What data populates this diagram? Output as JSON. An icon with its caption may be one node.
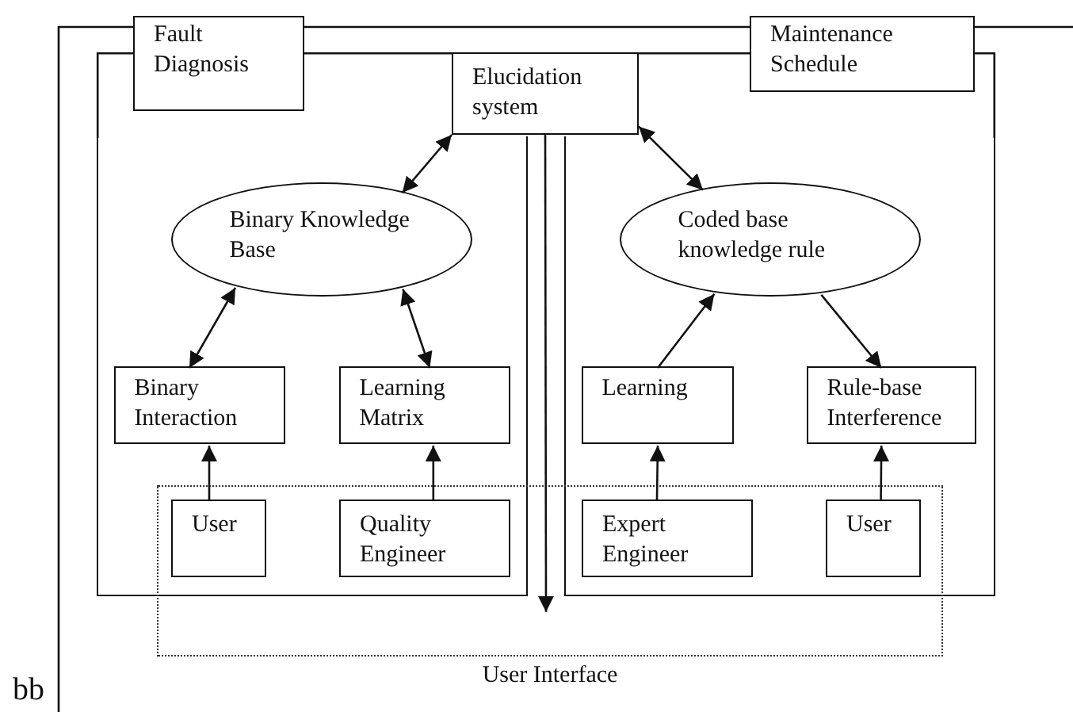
{
  "diagram": {
    "nodes": [
      {
        "text": [
          "Fault Diagnosis"
        ]
      },
      {
        "text": [
          "Elucidation system"
        ]
      },
      {
        "text": [
          "Maintenance Schedule"
        ]
      },
      {
        "text": [],
        "shape": "box"
      },
      {
        "text": [
          "Binary Knowledge Base"
        ],
        "in": 3
      },
      {
        "text": [
          "Binary Interaction"
        ],
        "in": 3
      },
      {
        "text": [
          "Learning Matrix"
        ],
        "in": 3
      },
      {
        "text": [],
        "shape": "box"
      },
      {
        "text": [
          "Coded base knowledge rule"
        ],
        "in": 7
      },
      {
        "text": [
          "Learning"
        ],
        "in": 7
      },
      {
        "text": [
          "Rule-base Interference"
        ],
        "in": 7
      },
      {
        "text": [
          "User Interface"
        ]
      },
      {
        "text": [
          "User"
        ]
      },
      {
        "text": [
          "Quality Engineer"
        ]
      },
      {
        "text": [
          "Expert Engineer"
        ]
      },
      {
        "text": [
          "User"
        ]
      }
    ],
    "edges": [
      {
        "from": 1,
        "to": 4,
        "arrow": "both"
      },
      {
        "from": 1,
        "to": 8,
        "arrow": "both"
      },
      {
        "from": 4,
        "to": 5,
        "arrow": "both"
      },
      {
        "from": 4,
        "to": 6,
        "arrow": "both"
      },
      {
        "from": 9,
        "to": 8,
        "arrow": "to"
      },
      {
        "from": 8,
        "to": 10,
        "arrow": "to"
      },
      {
        "from": 12,
        "to": 5,
        "arrow": "to"
      },
      {
        "from": 13,
        "to": 6,
        "arrow": "to"
      },
      {
        "from": 14,
        "to": 9,
        "arrow": "to"
      },
      {
        "from": 15,
        "to": 10,
        "arrow": "to"
      },
      {
        "from": 1,
        "to": 11,
        "arrow": "to"
      }
    ],
    "labels": [
      "bb"
    ]
  }
}
